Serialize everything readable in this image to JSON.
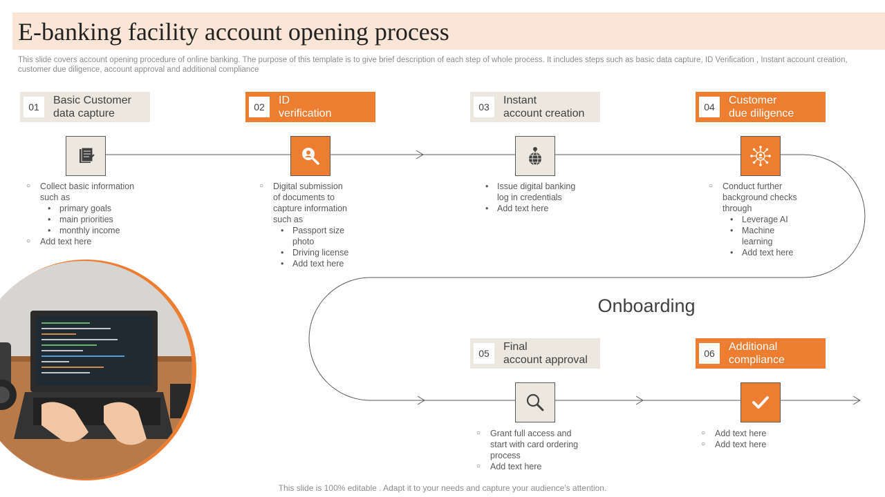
{
  "title": "E-banking facility account opening process",
  "subtitle": "This slide covers account opening procedure of online banking. The purpose of this template is to give  brief description of each step of whole process. It includes steps such as basic data capture, ID Verification , Instant account creation, customer due diligence, account approval and additional compliance",
  "onboarding_label": "Onboarding",
  "footer": "This slide is 100% editable . Adapt it to your needs and capture your audience's attention.",
  "colors": {
    "accent": "#ed7d31",
    "neutral": "#ece8df",
    "title_bar": "#fbe5d6"
  },
  "steps": [
    {
      "number": "01",
      "title": "Basic Customer\ndata capture",
      "style": "grey",
      "icon": "document-icon",
      "details": [
        {
          "type": "circle",
          "text": "Collect basic information\nsuch as"
        },
        {
          "type": "bullet",
          "text": "primary goals"
        },
        {
          "type": "bullet",
          "text": "main priorities"
        },
        {
          "type": "bullet",
          "text": "monthly income"
        },
        {
          "type": "circle",
          "text": "Add text here"
        }
      ]
    },
    {
      "number": "02",
      "title": "ID\nverification",
      "style": "orange",
      "icon": "search-person-icon",
      "details": [
        {
          "type": "circle",
          "text": "Digital submission\nof documents to\ncapture information\nsuch as"
        },
        {
          "type": "bullet",
          "text": "Passport size\nphoto"
        },
        {
          "type": "bullet",
          "text": "Driving  license"
        },
        {
          "type": "bullet",
          "text": "Add text here"
        }
      ]
    },
    {
      "number": "03",
      "title": "Instant\naccount creation",
      "style": "grey",
      "icon": "globe-pin-icon",
      "details": [
        {
          "type": "bullet-top",
          "text": "Issue digital banking\nlog in credentials"
        },
        {
          "type": "bullet-top",
          "text": "Add text here"
        }
      ]
    },
    {
      "number": "04",
      "title": "Customer\ndue diligence",
      "style": "orange",
      "icon": "network-person-icon",
      "details": [
        {
          "type": "circle",
          "text": "Conduct further\nbackground checks\nthrough"
        },
        {
          "type": "bullet",
          "text": "Leverage  AI"
        },
        {
          "type": "bullet",
          "text": "Machine\nlearning"
        },
        {
          "type": "bullet",
          "text": "Add text here"
        }
      ]
    },
    {
      "number": "05",
      "title": "Final\naccount approval",
      "style": "grey",
      "icon": "magnifier-icon",
      "details": [
        {
          "type": "circle",
          "text": "Grant full access and\nstart with card ordering\nprocess"
        },
        {
          "type": "circle",
          "text": "Add text here"
        }
      ]
    },
    {
      "number": "06",
      "title": "Additional\ncompliance",
      "style": "orange",
      "icon": "checkmark-icon",
      "details": [
        {
          "type": "circle",
          "text": "Add text here"
        },
        {
          "type": "circle",
          "text": "Add text here"
        }
      ]
    }
  ]
}
